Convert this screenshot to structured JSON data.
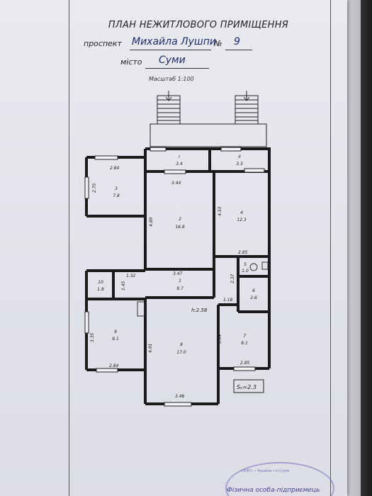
{
  "document": {
    "title": "ПЛАН НЕЖИТЛОВОГО ПРИМІЩЕННЯ",
    "street_label": "проспект",
    "street_value": "Михайла Лушпи",
    "number_label": "№",
    "number_value": "9",
    "city_label": "місто",
    "city_value": "Суми",
    "scale": "Масштаб 1:100",
    "ceiling_height": "h:2.58",
    "area_note": "Sₑ=2.3",
    "stamp_text": "Фізична особа-підприємець",
    "stamp_ring": "«ЗНП» • Україна • м.Суми"
  },
  "rooms": [
    {
      "id": "I",
      "area": "3.4"
    },
    {
      "id": "II",
      "area": "3.3"
    },
    {
      "id": "3",
      "area": "7.8"
    },
    {
      "id": "2",
      "area": "16.8"
    },
    {
      "id": "4",
      "area": "12.3"
    },
    {
      "id": "5",
      "area": "1.0"
    },
    {
      "id": "1",
      "area": "9.7"
    },
    {
      "id": "10",
      "area": "1.8"
    },
    {
      "id": "6",
      "area": "2.6"
    },
    {
      "id": "9",
      "area": "9.1"
    },
    {
      "id": "8",
      "area": "17.0"
    },
    {
      "id": "7",
      "area": "8.1"
    }
  ],
  "dimensions": [
    "2.84",
    "2.75",
    "3.44",
    "4.89",
    "4.33",
    "2.85",
    "3.47",
    "1.32",
    "1.45",
    "2.37",
    "1.18",
    "3.35",
    "2.84",
    "4.91",
    "3.04",
    "2.85",
    "3.46"
  ]
}
